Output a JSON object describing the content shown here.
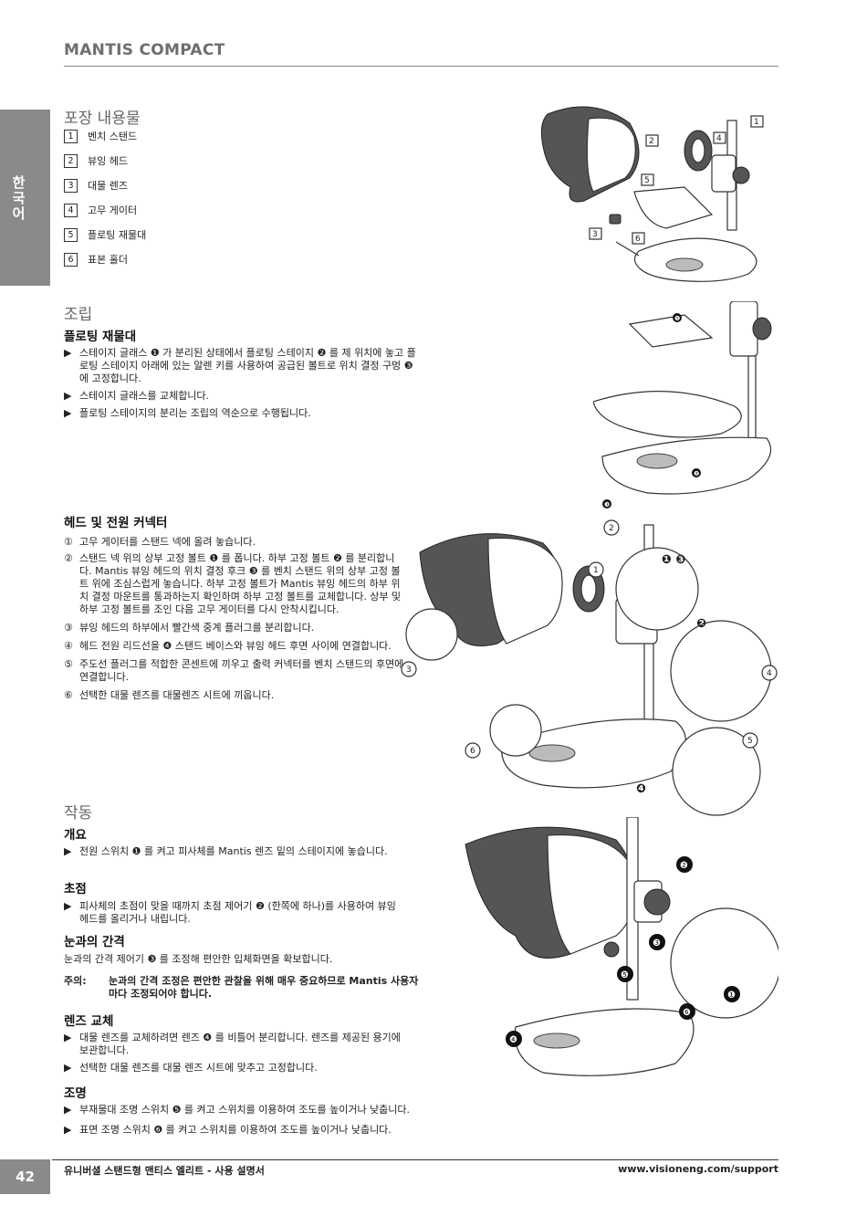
{
  "header": {
    "title": "MANTIS COMPACT"
  },
  "side_tab": {
    "label": "한국어"
  },
  "package": {
    "title": "포장 내용물",
    "items": [
      {
        "num": "1",
        "label": "벤치 스탠드"
      },
      {
        "num": "2",
        "label": "뷰잉 헤드"
      },
      {
        "num": "3",
        "label": "대물 렌즈"
      },
      {
        "num": "4",
        "label": "고무 게이터"
      },
      {
        "num": "5",
        "label": "플로팅 재물대"
      },
      {
        "num": "6",
        "label": "표본 홀더"
      }
    ]
  },
  "assembly": {
    "title": "조립",
    "floating": {
      "title": "플로팅 재물대",
      "items": [
        "스테이지 글래스 ❶ 가 분리된 상태에서 플로팅 스테이지 ❷ 를 제 위치에 놓고 플로팅 스테이지 아래에 있는 알렌 키를 사용하여 공급된 볼트로 위치 결정 구멍 ❸ 에 고정합니다.",
        "스테이지 글래스를 교체합니다.",
        "플로팅 스테이지의 분리는 조립의 역순으로 수행됩니다."
      ]
    },
    "head": {
      "title": "헤드 및 전원 커넥터",
      "items": [
        {
          "mark": "①",
          "text": "고무 게이터를 스탠드 넥에 올려 놓습니다."
        },
        {
          "mark": "②",
          "text": "스탠드 넥 위의 상부 고정 볼트 ❶ 를 폽니다. 하부 고정 볼트 ❷ 를 분리합니다. Mantis 뷰잉 헤드의 위치 결정 후크 ❸ 를 벤치 스탠드 위의 상부 고정 볼트 위에 조심스럽게 놓습니다. 하부 고정 볼트가 Mantis 뷰잉 헤드의 하부 위치 결정 마운트를 통과하는지 확인하며 하부 고정 볼트를 교체합니다. 상부 및 하부 고정 볼트를 조인 다음 고무 게이터를 다시 안착시킵니다."
        },
        {
          "mark": "③",
          "text": "뷰잉 헤드의 하부에서 빨간색 중계 플러그를 분리합니다."
        },
        {
          "mark": "④",
          "text": "헤드 전원 리드선을 ❹ 스탠드 베이스와 뷰잉 헤드 후면 사이에 연결합니다."
        },
        {
          "mark": "⑤",
          "text": "주도선 플러그를 적합한 콘센트에 끼우고 출력 커넥터를 벤치 스탠드의 후면에 연결합니다."
        },
        {
          "mark": "⑥",
          "text": "선택한 대물 렌즈를 대물렌즈 시트에 끼웁니다."
        }
      ]
    }
  },
  "operation": {
    "title": "작동",
    "overview": {
      "title": "개요",
      "items": [
        "전원 스위치 ❶ 를 켜고 피사체를 Mantis 렌즈 밑의 스테이지에 놓습니다."
      ]
    },
    "focus": {
      "title": "초점",
      "items": [
        "피사체의 초점이 맞을 때까지 초점 제어기 ❷ (한쪽에 하나)를 사용하여 뷰잉 헤드를 올리거나 내립니다."
      ]
    },
    "eye": {
      "title": "눈과의 간격",
      "text": "눈과의 간격 제어기 ❸ 를 조정해 편안한 입체화면을 확보합니다.",
      "note_label": "주의:",
      "note_text": "눈과의 간격 조정은 편안한 관찰을 위해 매우 중요하므로 Mantis 사용자마다 조정되어야 합니다."
    },
    "lens": {
      "title": "렌즈 교체",
      "items": [
        "대물 렌즈를 교체하려면 렌즈 ❹ 를 비틀어 분리합니다. 렌즈를 제공된 용기에 보관합니다.",
        "선택한 대물 렌즈를 대물 렌즈 시트에 맞추고 고정합니다."
      ]
    },
    "light": {
      "title": "조명",
      "items": [
        "부재물대 조명 스위치 ❺ 를 켜고 스위치를 이용하여 조도를 높이거나 낮춥니다.",
        "표면 조명 스위치 ❻ 를 켜고 스위치를 이용하여 조도를 높이거나 낮춥니다."
      ]
    }
  },
  "figure_labels": {
    "fig1": [
      "1",
      "2",
      "3",
      "4",
      "5",
      "6"
    ],
    "fig2": [
      "❶",
      "❷",
      "❸"
    ],
    "fig3": [
      "1",
      "2",
      "3",
      "4",
      "5",
      "6",
      "❶ ❸",
      "❷",
      "❹"
    ],
    "fig4": [
      "❷",
      "❸",
      "❺",
      "❹",
      "❶",
      "❻"
    ]
  },
  "footer": {
    "page": "42",
    "left": "유니버셜 스탠드형 맨티스 엘리트 - 사용 설명서",
    "right": "www.visioneng.com/support"
  }
}
